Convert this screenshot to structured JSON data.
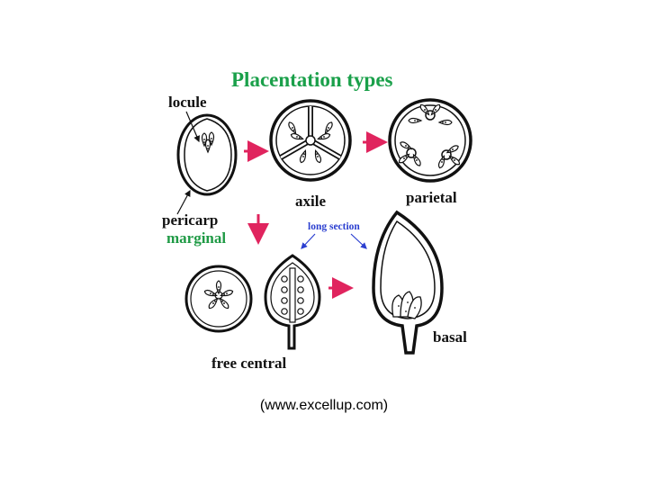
{
  "figure": {
    "title": "Placentation types",
    "labels": {
      "locule": "locule",
      "pericarp": "pericarp",
      "marginal": "marginal",
      "axile": "axile",
      "parietal": "parietal",
      "long_section": "long section",
      "free_central": "free central",
      "basal": "basal"
    },
    "colors": {
      "title": "#1aa04a",
      "green_label": "#1f9a45",
      "red_arrow": "#e0245e",
      "blue_arrow": "#2b3fd0",
      "ink": "#111111"
    }
  },
  "caption": "(www.excellup.com)"
}
